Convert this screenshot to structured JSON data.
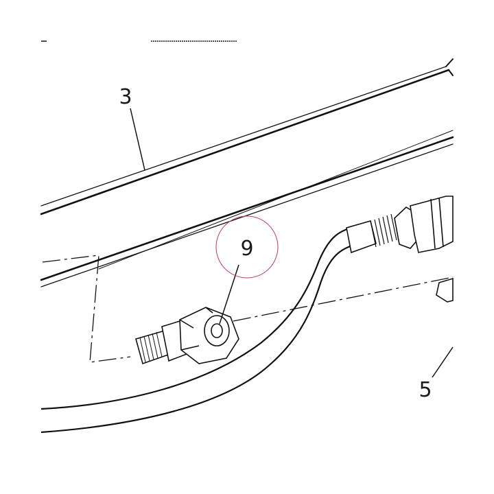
{
  "diagram": {
    "callouts": {
      "part_3": "3",
      "part_9": "9",
      "part_5": "5"
    },
    "highlight_color": "#c0395a",
    "line_color": "#111111"
  }
}
